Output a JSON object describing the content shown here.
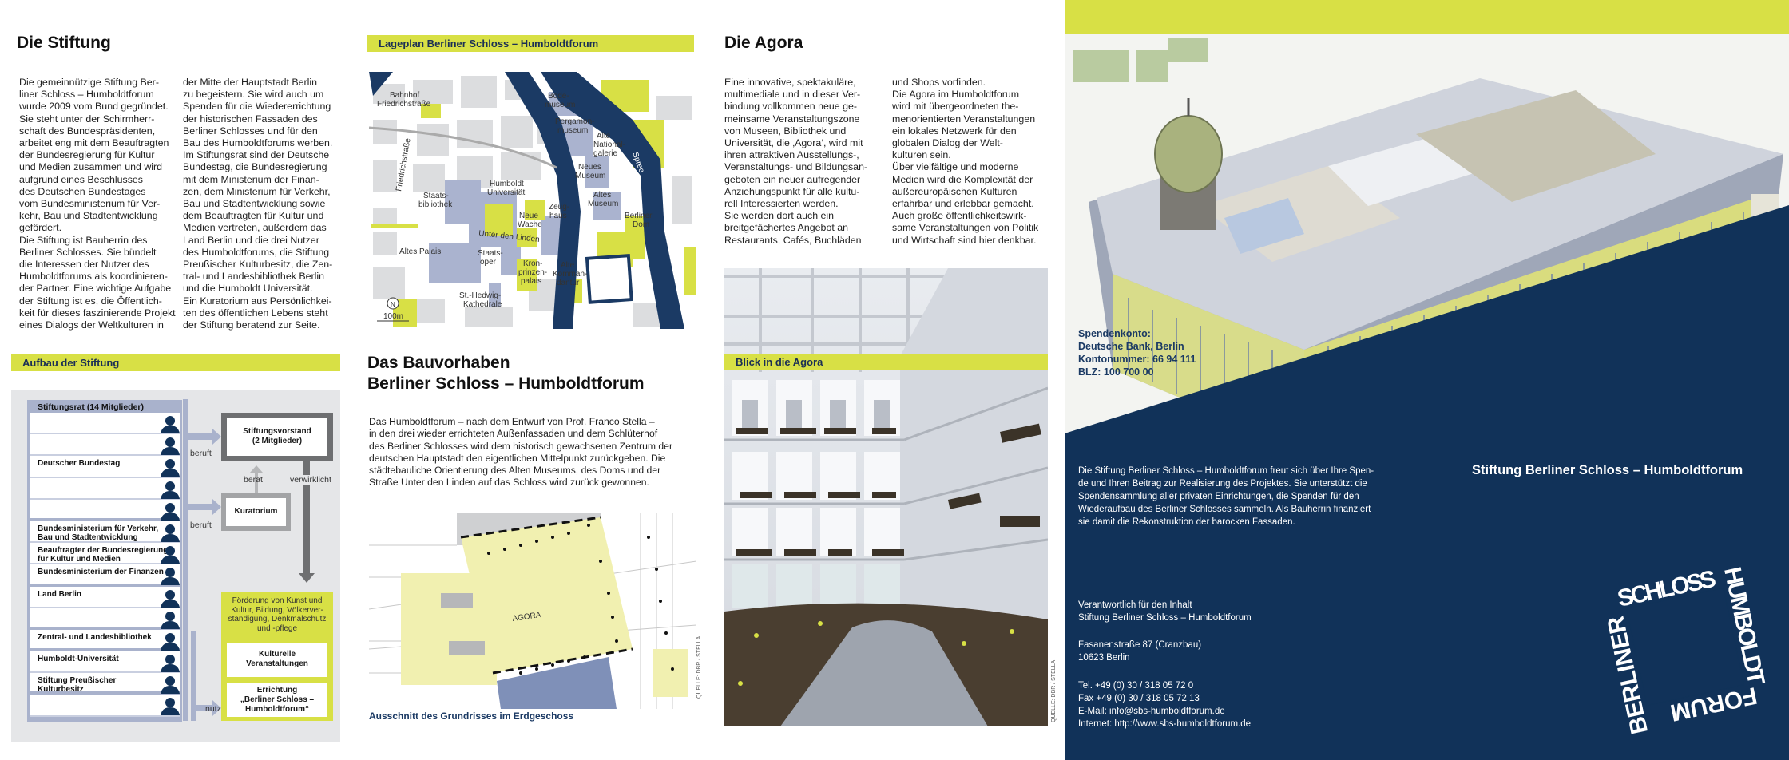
{
  "colors": {
    "accent": "#d8e045",
    "navy": "#113259"
  },
  "stiftung": {
    "heading": "Die Stiftung",
    "col1": [
      "Die gemeinnützige Stiftung Ber-",
      "liner Schloss – Humboldtforum",
      "wurde 2009 vom Bund gegründet.",
      "Sie steht unter der Schirmherr-",
      "schaft des Bundespräsidenten,",
      "arbeitet eng mit dem Beauftragten",
      "der Bundesregierung für Kultur",
      "und Medien zusammen und wird",
      "aufgrund eines Beschlusses",
      "des Deutschen Bundestages",
      "vom Bundesministerium für Ver-",
      "kehr, Bau und Stadtentwicklung",
      "gefördert.",
      "Die Stiftung ist Bauherrin des",
      "Berliner Schlosses. Sie bündelt",
      "die Interessen der Nutzer des",
      "Humboldtforums als koordinieren-",
      "der Partner. Eine wichtige Aufgabe",
      "der Stiftung ist es, die Öffentlich-",
      "keit für dieses faszinierende Projekt",
      "eines Dialogs der Weltkulturen in"
    ],
    "col2": [
      "der Mitte der Hauptstadt Berlin",
      "zu begeistern. Sie wird auch um",
      "Spenden für die Wiedererrichtung",
      "der historischen Fassaden des",
      "Berliner Schlosses und für den",
      "Bau des Humboldtforums werben.",
      "Im Stiftungsrat sind der Deutsche",
      "Bundestag, die Bundesregierung",
      "mit dem Ministerium der Finan-",
      "zen, dem Ministerium für Verkehr,",
      "Bau und Stadtentwicklung sowie",
      "dem Beauftragten für Kultur und",
      "Medien vertreten, außerdem das",
      "Land Berlin und die drei Nutzer",
      "des Humboldtforums, die Stiftung",
      "Preußischer Kulturbesitz, die Zen-",
      "tral- und Landesbibliothek Berlin",
      "und die Humboldt Universität.",
      "Ein Kuratorium aus Persönlichkei-",
      "ten des öffentlichen Lebens steht",
      "der Stiftung beratend zur Seite."
    ]
  },
  "aufbau": {
    "title": "Aufbau der Stiftung",
    "council_title": "Stiftungsrat (14 Mitglieder)",
    "rows": [
      "",
      "",
      "Deutscher Bundestag",
      "",
      "",
      "Bundesministerium für Verkehr,\nBau und Stadtentwicklung",
      "Beauftragter der Bundesregierung\nfür Kultur und Medien",
      "Bundesministerium der Finanzen",
      "Land Berlin",
      "",
      "Zentral- und Landesbibliothek",
      "Humboldt-Universität",
      "Stiftung Preußischer\nKulturbesitz",
      ""
    ],
    "board": "Stiftungsvorstand\n(2 Mitglieder)",
    "kuratorium": "Kuratorium",
    "beruft1": "beruft",
    "beruft2": "beruft",
    "beraet": "berät",
    "verwirklicht": "verwirklicht",
    "nutzt": "nutzt",
    "purpose": "Förderung von Kunst und Kultur, Bildung, Völkerver-ständigung, Denkmalschutz und -pflege",
    "events": "Kulturelle\nVeranstaltungen",
    "construction": "Errichtung\n„Berliner Schloss –\nHumboldtforum“"
  },
  "lageplan": {
    "title": "Lageplan Berliner Schloss – Humboldtforum",
    "labels": {
      "bahnhof1": "Bahnhof",
      "bahnhof2": "Friedrichstraße",
      "friedrichstr": "Friedrichstraße",
      "bode1": "Bode-",
      "bode2": "museum",
      "perg1": "Pergamon-",
      "perg2": "museum",
      "ang1": "Alte",
      "ang2": "National-",
      "ang3": "galerie",
      "spree": "Spree",
      "neues1": "Neues",
      "neues2": "Museum",
      "hu1": "Humboldt",
      "hu2": "Universität",
      "sb1": "Staats-",
      "sb2": "bibliothek",
      "zeug1": "Zeug-",
      "zeug2": "haus",
      "altes1": "Altes",
      "altes2": "Museum",
      "nw1": "Neue",
      "nw2": "Wache",
      "dom1": "Berliner",
      "dom2": "Dom",
      "udl": "Unter den Linden",
      "palais": "Altes Palais",
      "oper1": "Staats-",
      "oper2": "oper",
      "kp1": "Kron-",
      "kp2": "prinzen-",
      "kp3": "palais",
      "ak1": "Alte",
      "ak2": "Komman-",
      "ak3": "dantur",
      "hedwig1": "St.-Hedwig-",
      "hedwig2": "Kathedrale",
      "scale": "100m",
      "north": "N"
    }
  },
  "bauvorhaben": {
    "heading1": "Das Bauvorhaben",
    "heading2": "Berliner Schloss – Humboldtforum",
    "lines": [
      "Das Humboldtforum – nach dem Entwurf von Prof. Franco Stella –",
      "in den drei wieder errichteten Außenfassaden und dem Schlüterhof",
      "des Berliner Schlosses wird dem historisch gewachsenen Zentrum der",
      "deutschen Hauptstadt den eigentlichen Mittelpunkt zurückgeben. Die",
      "städtebauliche Orientierung des Alten Museums, des Doms und der",
      "Straße Unter den Linden auf das Schloss wird zurück gewonnen."
    ],
    "plan_label": "AGORA",
    "caption": "Ausschnitt des Grundrisses im Erdgeschoss",
    "credit": "QUELLE: DBR / STELLA"
  },
  "agora": {
    "heading": "Die Agora",
    "col1": [
      "Eine innovative, spektakuläre,",
      "multimediale und in dieser Ver-",
      "bindung vollkommen neue ge-",
      "meinsame Veranstaltungszone",
      "von Museen, Bibliothek und",
      "Universität, die ‚Agora‘, wird mit",
      "ihren attraktiven Ausstellungs-,",
      "Veranstaltungs- und Bildungsan-",
      "geboten ein neuer aufregender",
      "Anziehungspunkt für alle kultu-",
      "rell Interessierten werden.",
      "Sie werden dort auch ein",
      "breitgefächertes Angebot an",
      "Restaurants, Cafés, Buchläden"
    ],
    "col2": [
      "und Shops vorfinden.",
      "Die Agora im Humboldtforum",
      "wird mit übergeordneten the-",
      "menorientierten Veranstaltungen",
      "ein lokales Netzwerk für den",
      "globalen Dialog der Welt-",
      "kulturen sein.",
      "Über vielfältige und moderne",
      "Medien wird die Komplexität der",
      "außereuropäischen Kulturen",
      "erfahrbar und erlebbar gemacht.",
      "Auch große öffentlichkeitswirk-",
      "same Veranstaltungen von Politik",
      "und Wirtschaft sind hier denkbar."
    ],
    "photo_title": "Blick in die Agora",
    "credit": "QUELLE: DBR / STELLA"
  },
  "cover": {
    "account": [
      "Spendenkonto:",
      "Deutsche Bank, Berlin",
      "Kontonummer: 66 94 111",
      "BLZ: 100 700 00"
    ],
    "donation": [
      "Die Stiftung Berliner Schloss – Humboldtforum freut sich über Ihre Spen-",
      "de und Ihren Beitrag zur Realisierung des Projektes. Sie unterstützt die",
      "Spendensammlung aller privaten Einrichtungen, die Spenden für den",
      "Wiederaufbau des Berliner Schlosses sammeln. Als Bauherrin finanziert",
      "sie damit die Rekonstruktion der barocken Fassaden."
    ],
    "title": "Stiftung Berliner Schloss – Humboldtforum",
    "contact1": [
      "Verantwortlich für den Inhalt",
      "Stiftung Berliner Schloss – Humboldtforum"
    ],
    "contact2": [
      "Fasanenstraße 87 (Cranzbau)",
      "10623 Berlin"
    ],
    "contact3": [
      "Tel. +49 (0) 30 / 318 05 72 0",
      "Fax +49 (0) 30 / 318 05 72 13",
      "E-Mail: info@sbs-humboldtforum.de",
      "Internet: http://www.sbs-humboldtforum.de"
    ],
    "logo": {
      "top": "SCHLOSS",
      "right": "HUMBOLDT",
      "bottom": "FORUM",
      "left": "BERLINER"
    }
  }
}
